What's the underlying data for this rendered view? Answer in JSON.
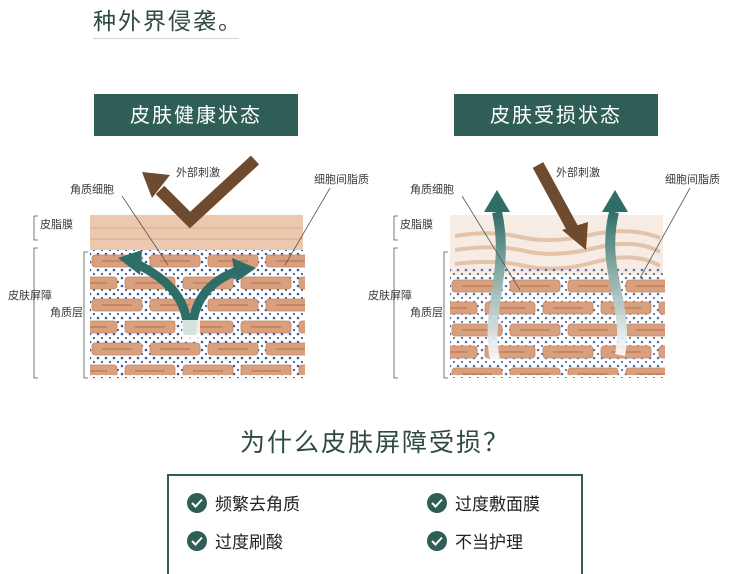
{
  "intro_text": "种外界侵袭。",
  "left_panel": {
    "title": "皮肤健康状态",
    "labels": {
      "external": "外部刺激",
      "keratinocyte": "角质细胞",
      "intercellular_lipid": "细胞间脂质",
      "sebum_film": "皮脂膜",
      "skin_barrier": "皮肤屏障",
      "stratum_corneum": "角质层"
    }
  },
  "right_panel": {
    "title": "皮肤受损状态",
    "labels": {
      "external": "外部刺激",
      "keratinocyte": "角质细胞",
      "intercellular_lipid": "细胞间脂质",
      "sebum_film": "皮脂膜",
      "skin_barrier": "皮肤屏障",
      "stratum_corneum": "角质层"
    }
  },
  "question": "为什么皮肤屏障受损？",
  "reasons": [
    "频繁去角质",
    "过度敷面膜",
    "过度刷酸",
    "不当护理"
  ],
  "colors": {
    "accent": "#2f5e57",
    "arrow_brown": "#6e4a2f",
    "cell": "#d9a07f",
    "sebum": "#e8c4a8"
  }
}
